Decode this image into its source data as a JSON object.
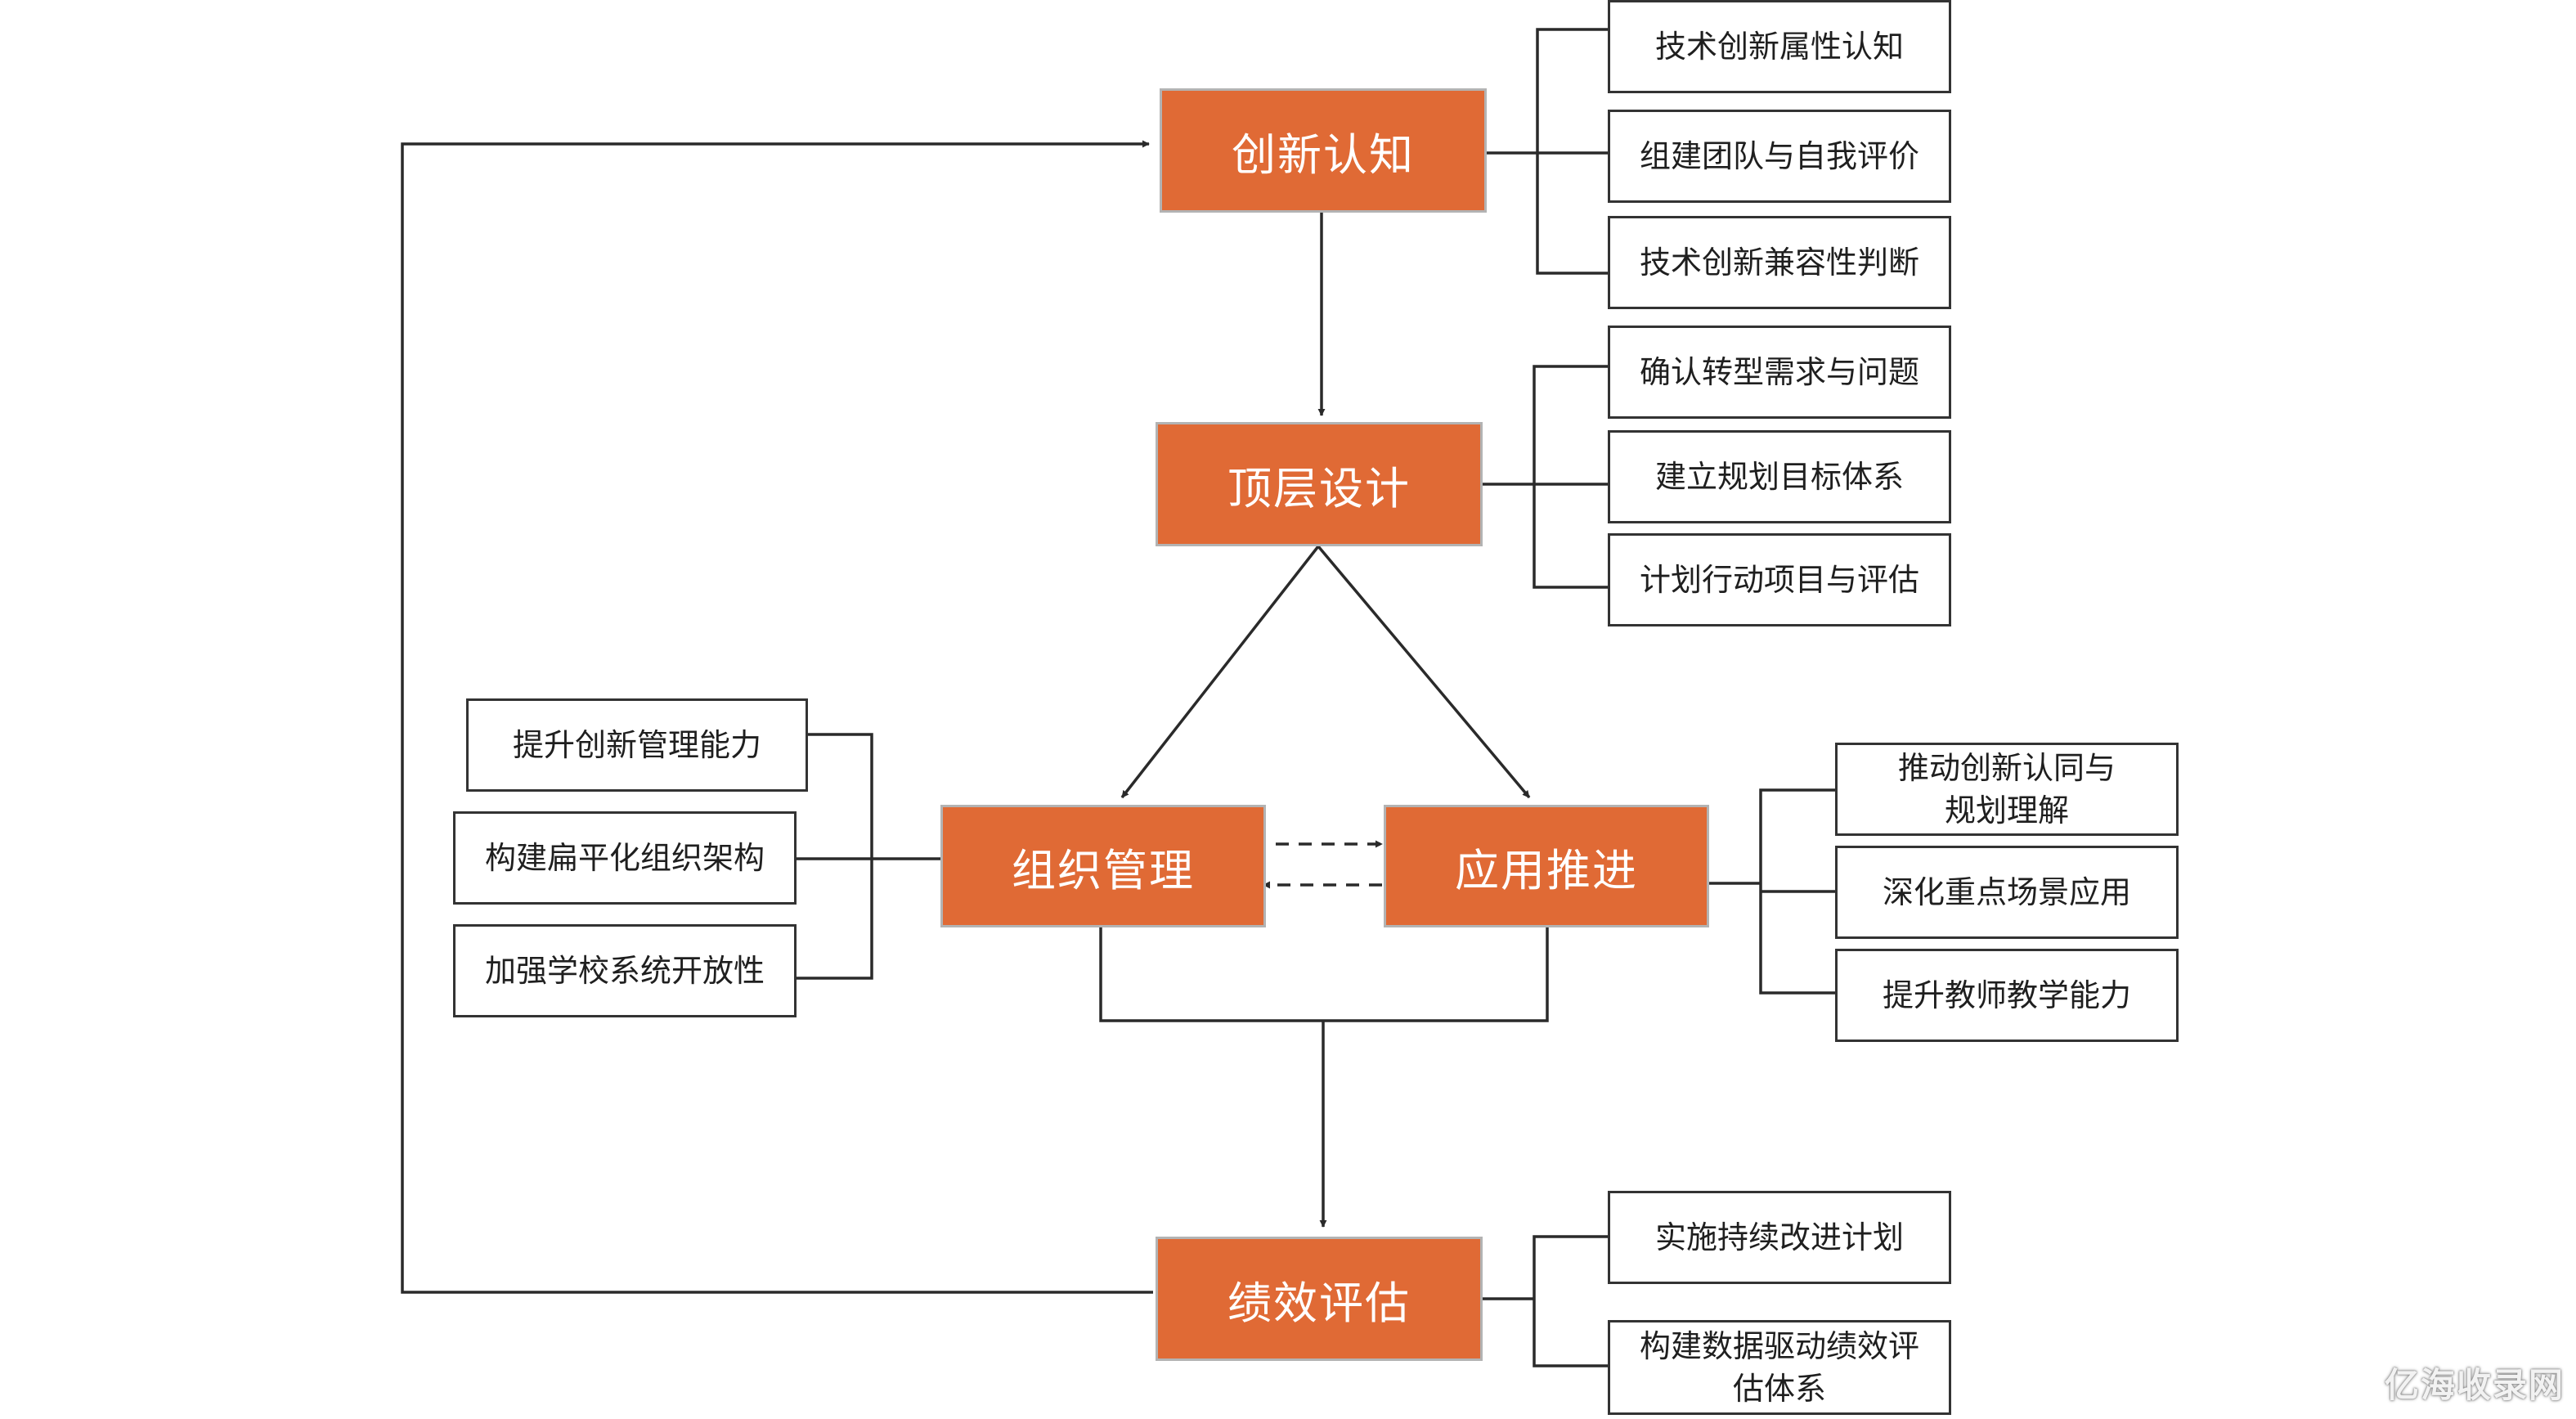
{
  "diagram": {
    "stages": {
      "innovation_cognition": "创新认知",
      "top_level_design": "顶层设计",
      "organization_management": "组织管理",
      "application_promotion": "应用推进",
      "performance_evaluation": "绩效评估"
    },
    "details": {
      "innovation_cognition": [
        "技术创新属性认知",
        "组建团队与自我评价",
        "技术创新兼容性判断"
      ],
      "top_level_design": [
        "确认转型需求与问题",
        "建立规划目标体系",
        "计划行动项目与评估"
      ],
      "organization_management": [
        "提升创新管理能力",
        "构建扁平化组织架构",
        "加强学校系统开放性"
      ],
      "application_promotion": [
        "推动创新认同与规划理解",
        "深化重点场景应用",
        "提升教师教学能力"
      ],
      "performance_evaluation": [
        "实施持续改进计划",
        "构建数据驱动绩效评估体系"
      ]
    }
  },
  "watermark": "亿海收录网",
  "colors": {
    "stage_fill": "#e06a35",
    "stage_text": "#ffffff",
    "line": "#2a2a2a"
  }
}
